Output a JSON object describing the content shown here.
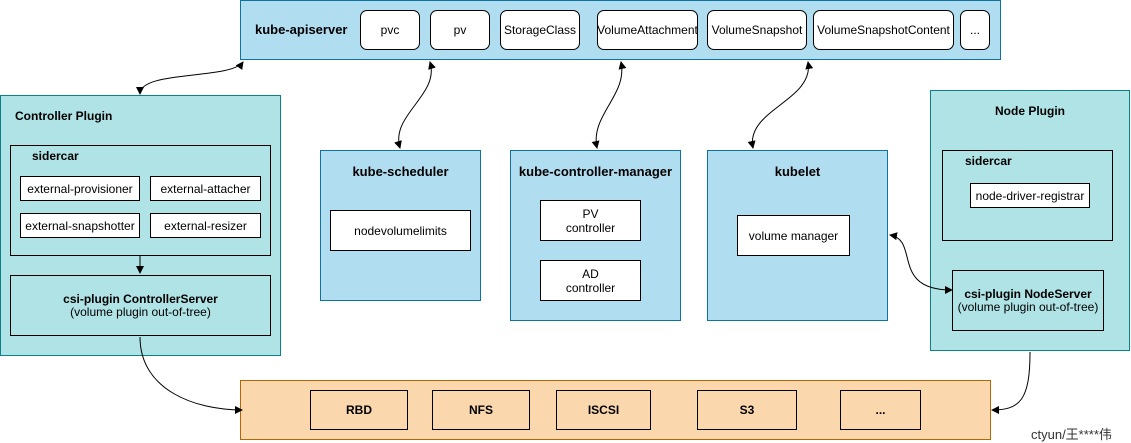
{
  "apiserver": {
    "title": "kube-apiserver",
    "resources": [
      "pvc",
      "pv",
      "StorageClass",
      "VolumeAttachment",
      "VolumeSnapshot",
      "VolumeSnapshotContent",
      "..."
    ]
  },
  "controller_plugin": {
    "title": "Controller Plugin",
    "sidecar_title": "sidercar",
    "sidecars": [
      "external-provisioner",
      "external-attacher",
      "external-snapshotter",
      "external-resizer"
    ],
    "server_line1": "csi-plugin ControllerServer",
    "server_line2": "(volume plugin out-of-tree)"
  },
  "scheduler": {
    "title": "kube-scheduler",
    "item": "nodevolumelimits"
  },
  "controller_manager": {
    "title": "kube-controller-manager",
    "items": [
      {
        "line1": "PV",
        "line2": "controller"
      },
      {
        "line1": "AD",
        "line2": "controller"
      }
    ]
  },
  "kubelet": {
    "title": "kubelet",
    "item": "volume manager"
  },
  "node_plugin": {
    "title": "Node Plugin",
    "sidecar_title": "sidercar",
    "registrar": "node-driver-registrar",
    "server_line1": "csi-plugin NodeServer",
    "server_line2": "(volume plugin out-of-tree)"
  },
  "storage": {
    "items": [
      "RBD",
      "NFS",
      "ISCSI",
      "S3",
      "..."
    ]
  },
  "watermark": "ctyun/王****伟"
}
